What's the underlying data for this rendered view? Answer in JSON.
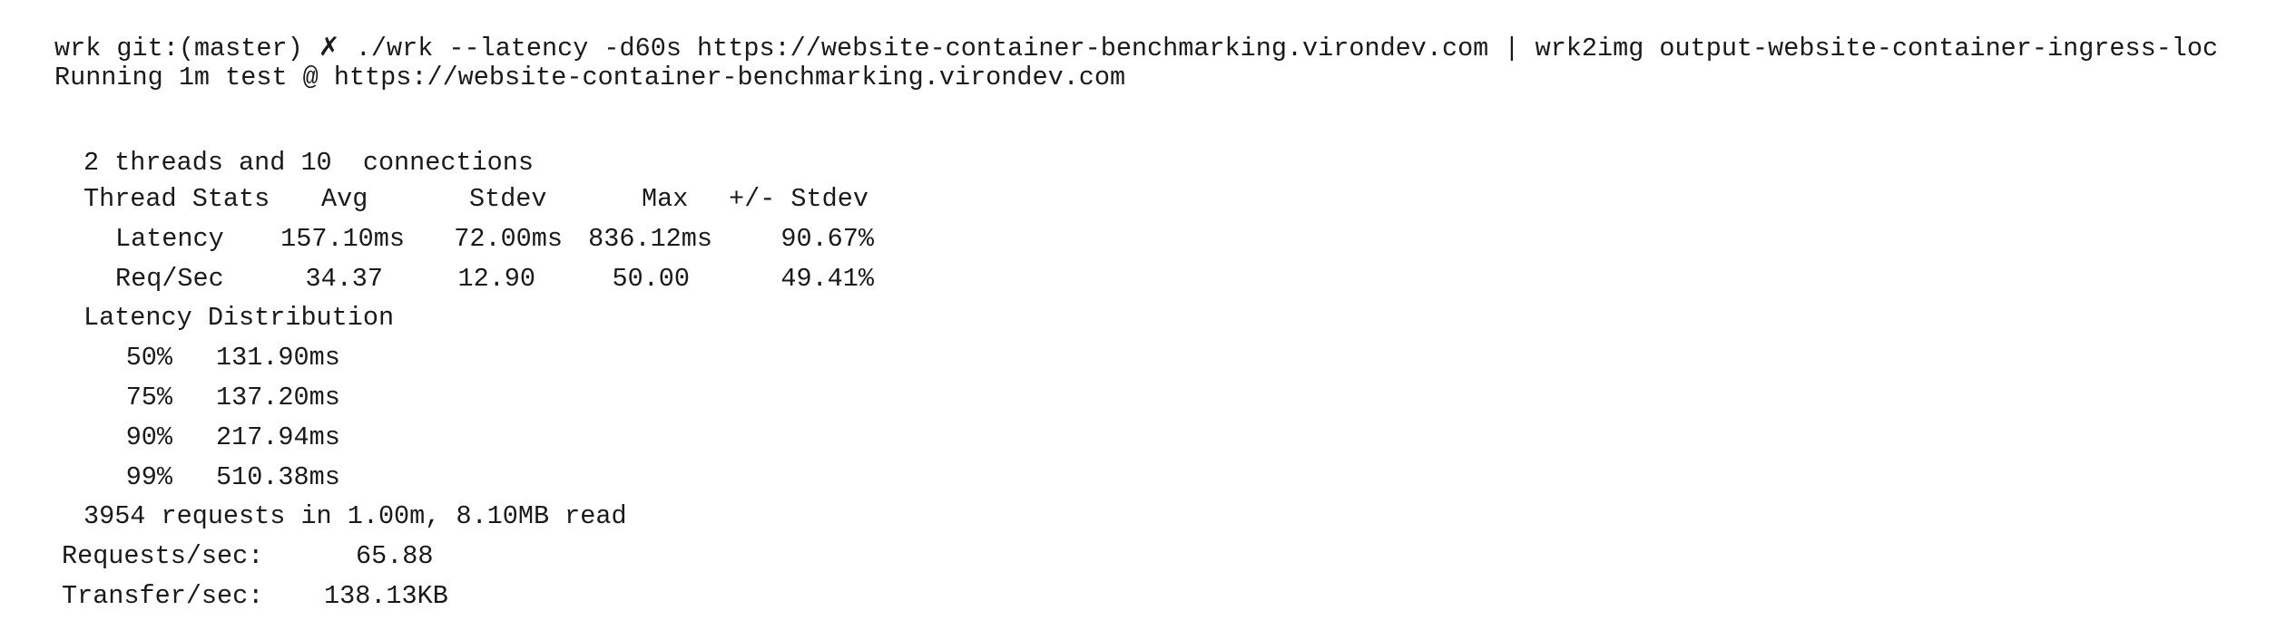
{
  "prompt": {
    "user": "wrk",
    "vcs": "git:",
    "branch": "(master)",
    "dirty_mark": "✗",
    "command": "./wrk --latency -d60s https://website-container-benchmarking.virondev.com | wrk2img output-website-container-ingress-loc"
  },
  "output": {
    "running": "Running 1m test @ https://website-container-benchmarking.virondev.com",
    "threads_connections": "2 threads and 10  connections",
    "stats_header": {
      "label": "Thread Stats",
      "avg": "Avg",
      "stdev": "Stdev",
      "max": "Max",
      "pm_stdev": "+/- Stdev"
    },
    "stats_rows": [
      {
        "label": "Latency",
        "avg": "157.10ms",
        "stdev": "72.00ms",
        "max": "836.12ms",
        "pm_stdev": "90.67%"
      },
      {
        "label": "Req/Sec",
        "avg": "34.37",
        "stdev": "12.90",
        "max": "50.00",
        "pm_stdev": "49.41%"
      }
    ],
    "distribution_title": "Latency Distribution",
    "distribution": [
      {
        "percentile": "50%",
        "value": "131.90ms"
      },
      {
        "percentile": "75%",
        "value": "137.20ms"
      },
      {
        "percentile": "90%",
        "value": "217.94ms"
      },
      {
        "percentile": "99%",
        "value": "510.38ms"
      }
    ],
    "summary": "3954 requests in 1.00m, 8.10MB read",
    "requests_per_sec": {
      "label": "Requests/sec:",
      "value": "65.88"
    },
    "transfer_per_sec": {
      "label": "Transfer/sec:",
      "value": "138.13KB"
    }
  }
}
